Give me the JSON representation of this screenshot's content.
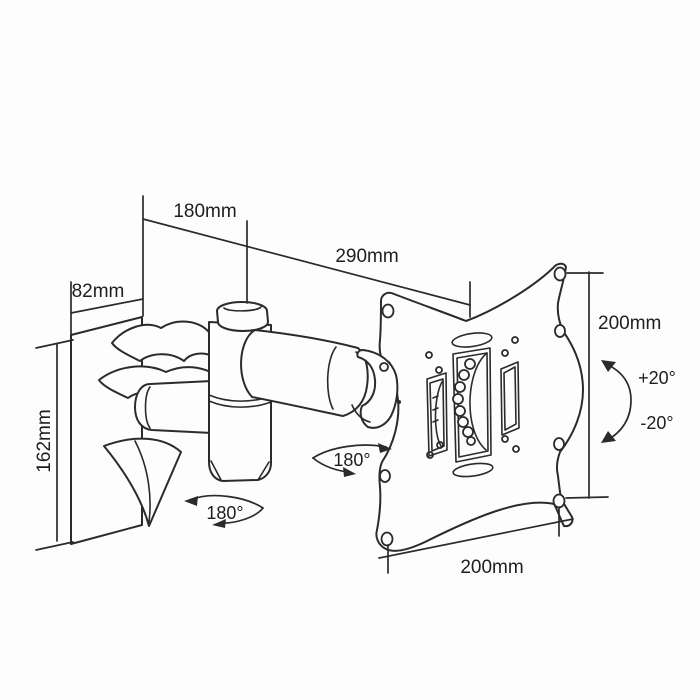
{
  "diagram": {
    "description": "Articulating TV wall mount bracket dimension diagram",
    "background": "#fdfdfd",
    "line_color": "#2b2b2b",
    "text_color": "#1e1e1e",
    "labels": {
      "arm_reach": "180mm",
      "total_extension": "290mm",
      "wall_plate_width": "82mm",
      "wall_plate_height": "162mm",
      "vesa_height": "200mm",
      "vesa_width": "200mm",
      "tilt_up": "+20°",
      "tilt_down": "-20°",
      "arm_swivel": "180°",
      "base_swivel": "180°"
    }
  }
}
